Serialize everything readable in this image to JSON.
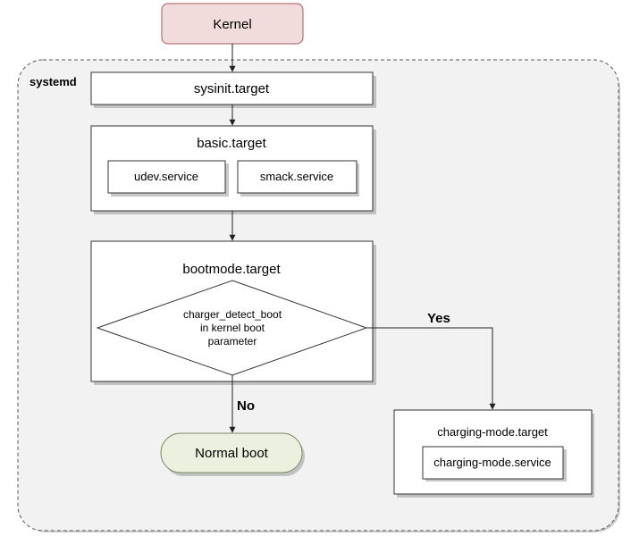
{
  "nodes": {
    "kernel": "Kernel",
    "systemd": "systemd",
    "sysinit": "sysinit.target",
    "basic": "basic.target",
    "udev": "udev.service",
    "smack": "smack.service",
    "bootmode": "bootmode.target",
    "decision": [
      "charger_detect_boot",
      "in kernel boot",
      "parameter"
    ],
    "normal_boot": "Normal boot",
    "charging_target": "charging-mode.target",
    "charging_service": "charging-mode.service"
  },
  "edges": {
    "yes": "Yes",
    "no": "No"
  },
  "colors": {
    "kernel_fill": "#f2dcdb",
    "kernel_stroke": "#a05a5a",
    "normal_fill": "#ebf1de",
    "normal_stroke": "#7a8a60",
    "systemd_fill": "#f2f2f2"
  }
}
